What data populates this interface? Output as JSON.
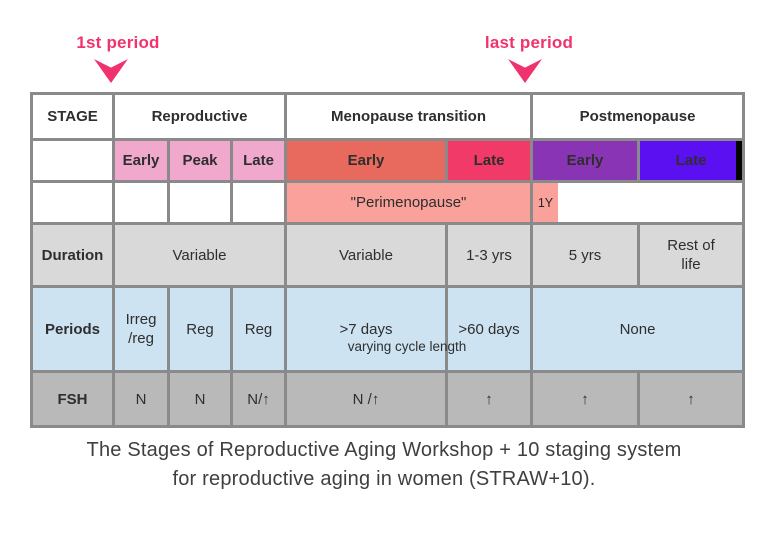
{
  "colors": {
    "accent-pink": "#F0336E",
    "rep-pink": "#F0A9CD",
    "mt-early": "#E8695E",
    "mt-late": "#F13A67",
    "pm-early": "#8834B4",
    "pm-late": "#5B10F1",
    "peri-salmon": "#F9A19A",
    "row-gray": "#D9D9D9",
    "row-blue": "#CDE3F2",
    "row-dgray": "#B9B9B9",
    "border-gray": "#8A8A8A",
    "header-navy": "#3A466B",
    "caption-gray": "#3F3F3F"
  },
  "annotations": {
    "first_period": "1st period",
    "last_period": "last period"
  },
  "header": {
    "stage": "STAGE",
    "reproductive": "Reproductive",
    "menopause_transition": "Menopause transition",
    "postmenopause": "Postmenopause"
  },
  "substages": {
    "rep_early": "Early",
    "rep_peak": "Peak",
    "rep_late": "Late",
    "mt_early": "Early",
    "mt_late": "Late",
    "pm_early": "Early",
    "pm_late": "Late"
  },
  "perimenopause": {
    "label": "\"Perimenopause\"",
    "one_year": "1Y"
  },
  "duration": {
    "label": "Duration",
    "reproductive": "Variable",
    "mt_early": "Variable",
    "mt_late": "1-3 yrs",
    "pm_early": "5 yrs",
    "pm_late_line1": "Rest of",
    "pm_late_line2": "life"
  },
  "periods": {
    "label": "Periods",
    "rep_early_line1": "Irreg",
    "rep_early_line2": "/reg",
    "rep_peak": "Reg",
    "rep_late": "Reg",
    "mt_early": ">7 days",
    "mt_late": ">60 days",
    "postmenopause": "None",
    "note": "varying cycle length"
  },
  "fsh": {
    "label": "FSH",
    "rep_early": "N",
    "rep_peak": "N",
    "rep_late": "N/↑",
    "mt_early": "N /↑",
    "mt_late": "↑",
    "pm_early": "↑",
    "pm_late": "↑"
  },
  "caption": {
    "line1": "The Stages of Reproductive Aging Workshop + 10 staging system",
    "line2": "for reproductive aging in women (STRAW+10)."
  }
}
